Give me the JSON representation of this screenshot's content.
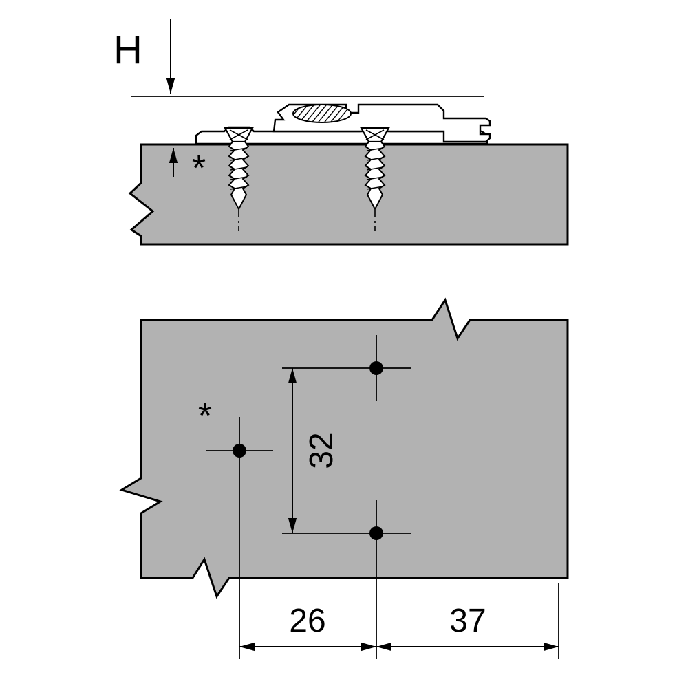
{
  "colors": {
    "background": "#ffffff",
    "panel": "#b2b2b2",
    "line": "#000000",
    "plate": "#ffffff",
    "screw": "#ffffff"
  },
  "side_view": {
    "height_label": "H",
    "note_marker": "*"
  },
  "plan_view": {
    "note_marker": "*",
    "vertical_spacing": "32",
    "offset_left": "26",
    "offset_right": "37"
  }
}
